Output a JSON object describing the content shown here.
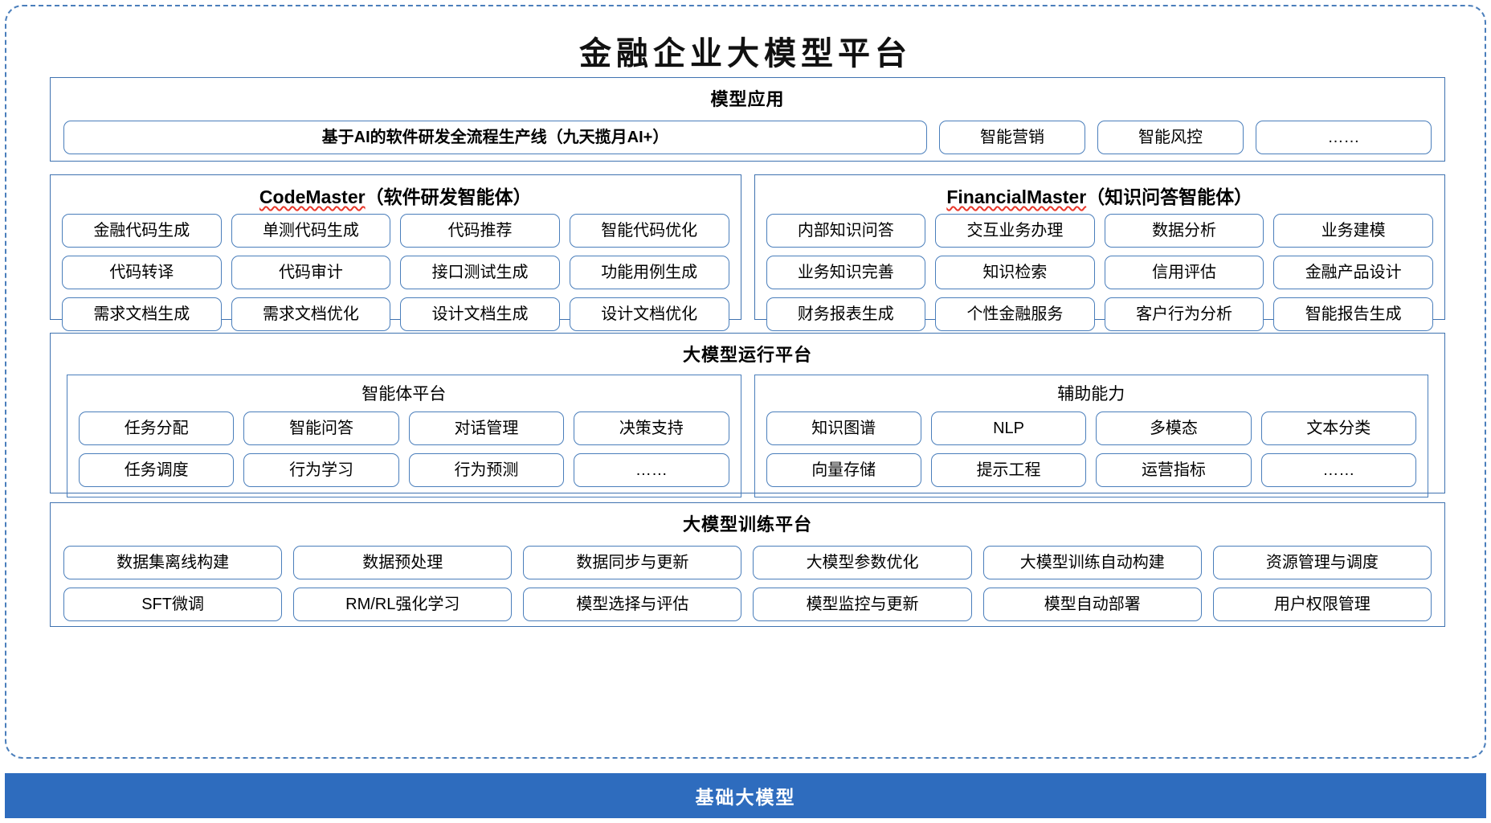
{
  "title": "金融企业大模型平台",
  "colors": {
    "frame_border": "#4a7ebb",
    "panel_border": "#3f72b0",
    "base_bar_bg": "#2e6cbe",
    "spellcheck_underline": "#e8362a"
  },
  "model_application": {
    "title": "模型应用",
    "items": [
      "基于AI的软件研发全流程生产线（九天揽月AI+）",
      "智能营销",
      "智能风控",
      "……"
    ]
  },
  "agents": [
    {
      "name": "CodeMaster",
      "suffix": "（软件研发智能体）",
      "items": [
        "金融代码生成",
        "单测代码生成",
        "代码推荐",
        "智能代码优化",
        "代码转译",
        "代码审计",
        "接口测试生成",
        "功能用例生成",
        "需求文档生成",
        "需求文档优化",
        "设计文档生成",
        "设计文档优化"
      ]
    },
    {
      "name": "FinancialMaster",
      "suffix": "（知识问答智能体）",
      "items": [
        "内部知识问答",
        "交互业务办理",
        "数据分析",
        "业务建模",
        "业务知识完善",
        "知识检索",
        "信用评估",
        "金融产品设计",
        "财务报表生成",
        "个性金融服务",
        "客户行为分析",
        "智能报告生成"
      ]
    }
  ],
  "runtime_platform": {
    "title": "大模型运行平台",
    "groups": [
      {
        "title": "智能体平台",
        "items": [
          "任务分配",
          "智能问答",
          "对话管理",
          "决策支持",
          "任务调度",
          "行为学习",
          "行为预测",
          "……"
        ]
      },
      {
        "title": "辅助能力",
        "items": [
          "知识图谱",
          "NLP",
          "多模态",
          "文本分类",
          "向量存储",
          "提示工程",
          "运营指标",
          "……"
        ]
      }
    ]
  },
  "training_platform": {
    "title": "大模型训练平台",
    "items": [
      "数据集离线构建",
      "数据预处理",
      "数据同步与更新",
      "大模型参数优化",
      "大模型训练自动构建",
      "资源管理与调度",
      "SFT微调",
      "RM/RL强化学习",
      "模型选择与评估",
      "模型监控与更新",
      "模型自动部署",
      "用户权限管理"
    ]
  },
  "base_model": {
    "label": "基础大模型"
  }
}
